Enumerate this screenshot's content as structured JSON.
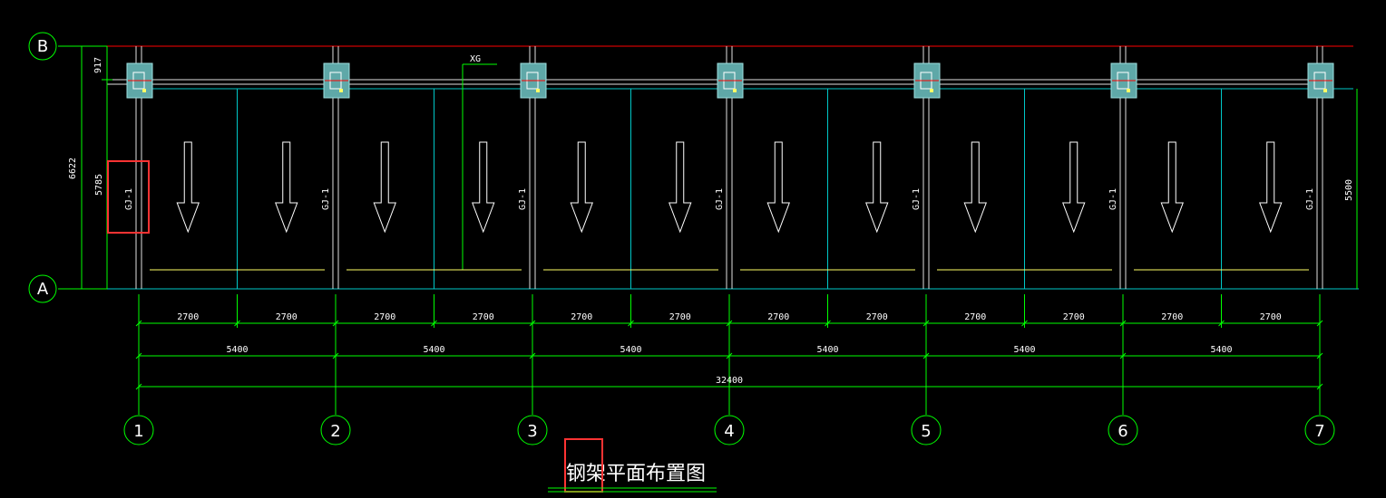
{
  "colors": {
    "background": "#000000",
    "dimension": "#00ff00",
    "axis": "#00ff00",
    "purlin": "#00c8c8",
    "ridge": "#ff0000",
    "eave": "#ffff66",
    "frame": "#e0e0e0",
    "plate_fill": "#5fa8a8",
    "highlight": "#ff3333",
    "text": "#ffffff"
  },
  "axes": {
    "columns": [
      "1",
      "2",
      "3",
      "4",
      "5",
      "6",
      "7"
    ],
    "rows": [
      "B",
      "A"
    ]
  },
  "dimensions": {
    "sub_spans": [
      "2700",
      "2700",
      "2700",
      "2700",
      "2700",
      "2700",
      "2700",
      "2700",
      "2700",
      "2700",
      "2700",
      "2700"
    ],
    "bays": [
      "5400",
      "5400",
      "5400",
      "5400",
      "5400",
      "5400"
    ],
    "total": "32400",
    "left_top": "917",
    "left_total": "6622",
    "left_inner": "5785",
    "right": "5500"
  },
  "labels": {
    "frame_tag": "GJ-1",
    "bracing_tag": "XG"
  },
  "title": "钢架平面布置图",
  "chart_data": {
    "type": "table",
    "columns": [
      "1",
      "2",
      "3",
      "4",
      "5",
      "6",
      "7"
    ],
    "rows": [
      "B",
      "A"
    ],
    "bays": [
      "5400",
      "5400",
      "5400",
      "5400",
      "5400",
      "5400"
    ],
    "sub_spans": [
      "2700",
      "2700",
      "2700",
      "2700",
      "2700",
      "2700",
      "2700",
      "2700",
      "2700",
      "2700",
      "2700",
      "2700"
    ],
    "total_length": "32400",
    "depth": [
      "917",
      "6622",
      "5785",
      "5500"
    ]
  }
}
